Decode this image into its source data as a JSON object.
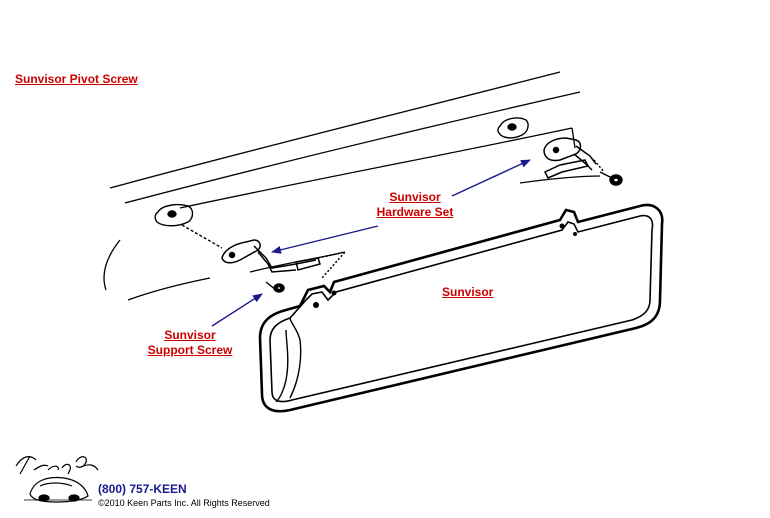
{
  "labels": {
    "pivot_screw": "Sunvisor Pivot Screw",
    "hardware_set_line1": "Sunvisor",
    "hardware_set_line2": "Hardware Set",
    "support_screw_line1": "Sunvisor",
    "support_screw_line2": "Support Screw",
    "sunvisor": "Sunvisor"
  },
  "footer": {
    "brand": "Keen Parts",
    "phone": "(800) 757-KEEN",
    "copyright": "©2010 Keen Parts Inc. All Rights Reserved"
  },
  "colors": {
    "label": "#cc0000",
    "arrow": "#1a1a8c",
    "line": "#000000"
  }
}
